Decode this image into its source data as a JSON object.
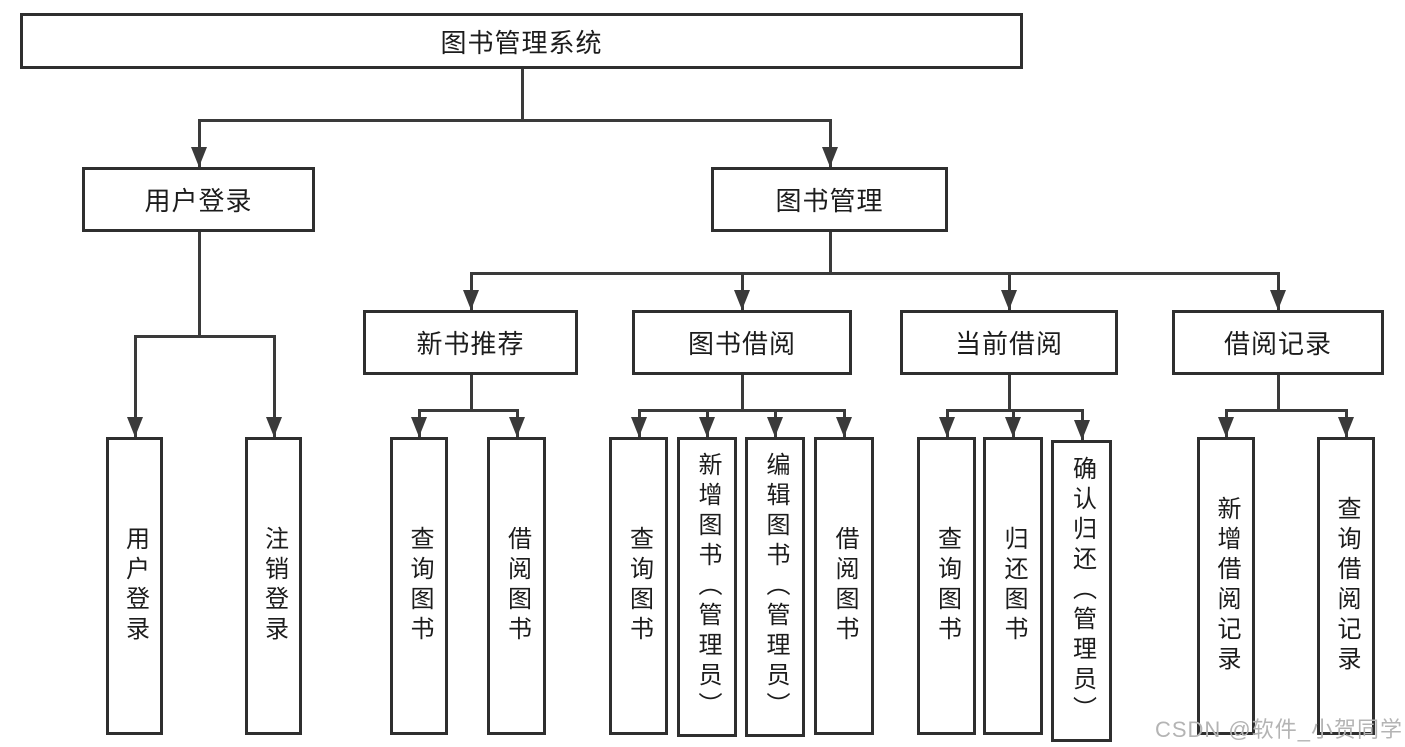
{
  "diagram": {
    "title": "图书管理系统",
    "watermark": "CSDN @软件_小贺同学",
    "colors": {
      "line": "#3a3a3a",
      "box_border": "#2f2f2f",
      "text": "#1c1c1c",
      "background": "#ffffff",
      "watermark": "#b4b4b4"
    },
    "nodes": [
      {
        "id": "root",
        "label": "图书管理系统",
        "orientation": "horizontal"
      },
      {
        "id": "user-login-group",
        "label": "用户登录",
        "orientation": "horizontal"
      },
      {
        "id": "book-mgmt",
        "label": "图书管理",
        "orientation": "horizontal"
      },
      {
        "id": "new-book-rec",
        "label": "新书推荐",
        "orientation": "horizontal"
      },
      {
        "id": "book-borrow",
        "label": "图书借阅",
        "orientation": "horizontal"
      },
      {
        "id": "current-borrow",
        "label": "当前借阅",
        "orientation": "horizontal"
      },
      {
        "id": "borrow-records",
        "label": "借阅记录",
        "orientation": "horizontal"
      },
      {
        "id": "user-login",
        "label": "用户登录",
        "orientation": "vertical"
      },
      {
        "id": "logout",
        "label": "注销登录",
        "orientation": "vertical"
      },
      {
        "id": "nb-query",
        "label": "查询图书",
        "orientation": "vertical"
      },
      {
        "id": "nb-borrow",
        "label": "借阅图书",
        "orientation": "vertical"
      },
      {
        "id": "bb-query",
        "label": "查询图书",
        "orientation": "vertical"
      },
      {
        "id": "bb-add",
        "label": "新增图书（管理员）",
        "orientation": "vertical"
      },
      {
        "id": "bb-edit",
        "label": "编辑图书（管理员）",
        "orientation": "vertical"
      },
      {
        "id": "bb-borrow",
        "label": "借阅图书",
        "orientation": "vertical"
      },
      {
        "id": "cb-query",
        "label": "查询图书",
        "orientation": "vertical"
      },
      {
        "id": "cb-return",
        "label": "归还图书",
        "orientation": "vertical"
      },
      {
        "id": "cb-confirm",
        "label": "确认归还（管理员）",
        "orientation": "vertical"
      },
      {
        "id": "br-add",
        "label": "新增借阅记录",
        "orientation": "vertical"
      },
      {
        "id": "br-query",
        "label": "查询借阅记录",
        "orientation": "vertical"
      }
    ],
    "edges": [
      {
        "from": "root",
        "to": [
          "user-login-group",
          "book-mgmt"
        ]
      },
      {
        "from": "user-login-group",
        "to": [
          "user-login",
          "logout"
        ]
      },
      {
        "from": "book-mgmt",
        "to": [
          "new-book-rec",
          "book-borrow",
          "current-borrow",
          "borrow-records"
        ]
      },
      {
        "from": "new-book-rec",
        "to": [
          "nb-query",
          "nb-borrow"
        ]
      },
      {
        "from": "book-borrow",
        "to": [
          "bb-query",
          "bb-add",
          "bb-edit",
          "bb-borrow"
        ]
      },
      {
        "from": "current-borrow",
        "to": [
          "cb-query",
          "cb-return",
          "cb-confirm"
        ]
      },
      {
        "from": "borrow-records",
        "to": [
          "br-add",
          "br-query"
        ]
      }
    ]
  }
}
